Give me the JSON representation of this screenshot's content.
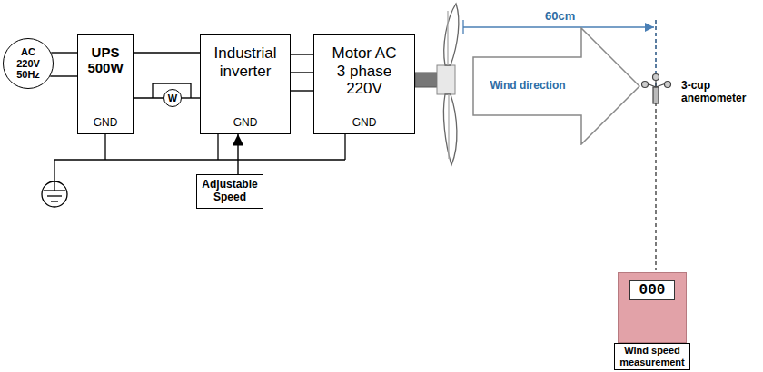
{
  "diagram": {
    "nodes": [
      {
        "text": [
          "AC 220V 50Hz"
        ]
      },
      {
        "text": [
          "UPS 500W",
          "GND"
        ]
      },
      {
        "text": [
          "W"
        ]
      },
      {
        "text": [
          "Industrial inverter",
          "GND"
        ]
      },
      {
        "text": [
          "Motor AC 3 phase 220V",
          "GND"
        ]
      },
      {
        "text": [
          "Adjustable Speed"
        ]
      },
      {
        "text": [
          "Wind direction"
        ]
      },
      {
        "text": [
          "000"
        ]
      },
      {
        "text": [
          "Wind speed measurement"
        ]
      }
    ],
    "edges": [
      {
        "from": 0,
        "to": 1,
        "arrow": "none"
      },
      {
        "from": 0,
        "to": 1,
        "arrow": "none"
      },
      {
        "from": 1,
        "to": 3,
        "arrow": "none"
      },
      {
        "from": 1,
        "to": 2,
        "arrow": "none"
      },
      {
        "from": 2,
        "to": 3,
        "arrow": "none"
      },
      {
        "from": 3,
        "to": 4,
        "arrow": "none"
      },
      {
        "from": 3,
        "to": 4,
        "arrow": "none"
      },
      {
        "from": 3,
        "to": 4,
        "arrow": "none"
      },
      {
        "from": 5,
        "to": 3,
        "arrow": "to"
      }
    ],
    "labels": [
      "60cm",
      "3-cup anemometer"
    ]
  }
}
